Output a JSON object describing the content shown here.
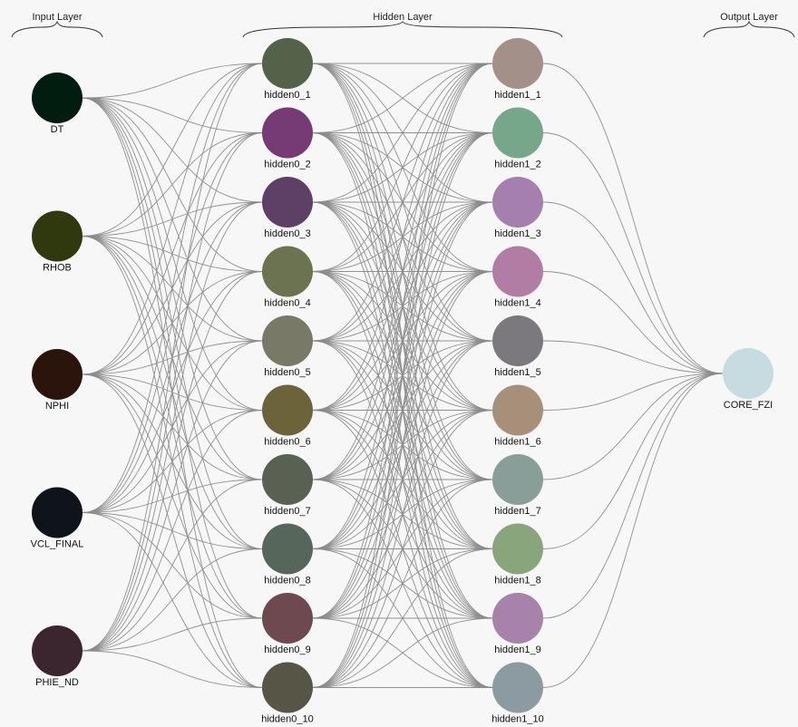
{
  "layer_labels": {
    "input": "Input Layer",
    "hidden": "Hidden Layer",
    "output": "Output Layer"
  },
  "layers": [
    {
      "key": "input",
      "nodes": [
        {
          "label": "DT",
          "color": "#011d10"
        },
        {
          "label": "RHOB",
          "color": "#2f390d"
        },
        {
          "label": "NPHI",
          "color": "#2a140c"
        },
        {
          "label": "VCL_FINAL",
          "color": "#0f141b"
        },
        {
          "label": "PHIE_ND",
          "color": "#3b2630"
        }
      ]
    },
    {
      "key": "hidden0",
      "nodes": [
        {
          "label": "hidden0_1",
          "color": "#55624a"
        },
        {
          "label": "hidden0_2",
          "color": "#763a74"
        },
        {
          "label": "hidden0_3",
          "color": "#5e3f66"
        },
        {
          "label": "hidden0_4",
          "color": "#6b7350"
        },
        {
          "label": "hidden0_5",
          "color": "#787967"
        },
        {
          "label": "hidden0_6",
          "color": "#6d633b"
        },
        {
          "label": "hidden0_7",
          "color": "#586152"
        },
        {
          "label": "hidden0_8",
          "color": "#56665a"
        },
        {
          "label": "hidden0_9",
          "color": "#6e4a50"
        },
        {
          "label": "hidden0_10",
          "color": "#575646"
        }
      ]
    },
    {
      "key": "hidden1",
      "nodes": [
        {
          "label": "hidden1_1",
          "color": "#a39189"
        },
        {
          "label": "hidden1_2",
          "color": "#77a78b"
        },
        {
          "label": "hidden1_3",
          "color": "#a57fae"
        },
        {
          "label": "hidden1_4",
          "color": "#b27da4"
        },
        {
          "label": "hidden1_5",
          "color": "#7b787e"
        },
        {
          "label": "hidden1_6",
          "color": "#a88f79"
        },
        {
          "label": "hidden1_7",
          "color": "#899e99"
        },
        {
          "label": "hidden1_8",
          "color": "#88a57c"
        },
        {
          "label": "hidden1_9",
          "color": "#a782ab"
        },
        {
          "label": "hidden1_10",
          "color": "#8c9aa1"
        }
      ]
    },
    {
      "key": "output",
      "nodes": [
        {
          "label": "CORE_FZI",
          "color": "#c6dce1"
        }
      ]
    }
  ],
  "colors": {
    "background": "#f7f7f7",
    "edge": "#8a8a8a",
    "text": "#111111"
  }
}
